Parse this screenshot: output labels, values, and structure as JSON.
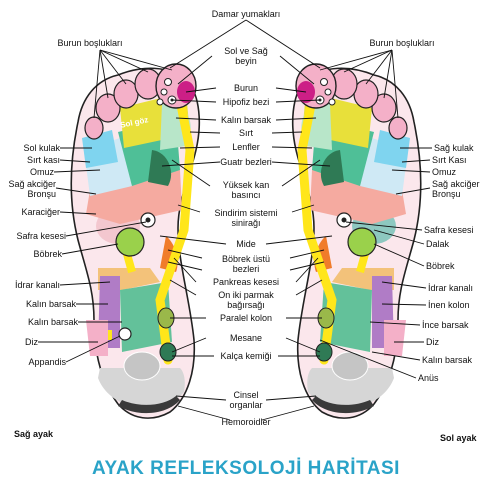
{
  "title": "AYAK REFLEKSOLOJİ HARİTASI",
  "colors": {
    "title": "#2aa3c8",
    "outline": "#222222"
  },
  "feet": {
    "left_caption": "Sağ ayak",
    "right_caption": "Sol ayak",
    "toe_label": "Sol göz"
  },
  "labels": {
    "damar": "Damar yumakları",
    "burun_l": "Burun boşlukları",
    "burun_r": "Burun boşlukları",
    "sol_sag_beyin": "Sol ve Sağ\nbeyin",
    "burun": "Burun",
    "hipofiz": "Hipofiz bezi",
    "kalin_barsak_top": "Kalın barsak",
    "sirt": "Sırt",
    "lenfler": "Lenfler",
    "guatr": "Guatr bezleri",
    "yuksek": "Yüksek kan\nbasıncı",
    "sindirim": "Sindirim sistemi\nsinirağı",
    "mide": "Mide",
    "bobrek_ustu": "Böbrek üstü\nbezleri",
    "pankreas": "Pankreas kesesi",
    "on_iki": "On iki parmak\nbağırsağı",
    "paralel": "Paralel kolon",
    "mesane": "Mesane",
    "kalca": "Kalça kemiği",
    "cinsel": "Cinsel\norganlar",
    "hemoroid": "Hemoroidler",
    "l_sol_kulak": "Sol kulak",
    "l_sirt_kasi": "Sırt kası",
    "l_omuz": "Omuz",
    "l_akciger": "Sağ akciğer\nBronşu",
    "l_karaciger": "Karaciğer",
    "l_safra": "Safra kesesi",
    "l_bobrek": "Böbrek",
    "l_idrar": "İdrar kanalı",
    "l_kalin1": "Kalın barsak",
    "l_kalin2": "Kalın barsak",
    "l_diz": "Diz",
    "l_appandis": "Appandis",
    "r_sag_kulak": "Sağ kulak",
    "r_sirt_kasi": "Sırt Kası",
    "r_omuz": "Omuz",
    "r_akciger": "Sağ akciğer\nBronşu",
    "r_safra": "Safra kesesi",
    "r_dalak": "Dalak",
    "r_bobrek": "Böbrek",
    "r_idrar": "İdrar kanalı",
    "r_inen": "İnen kolon",
    "r_ince": "İnce barsak",
    "r_diz": "Diz",
    "r_kalin": "Kalın barsak",
    "r_anus": "Anüs"
  }
}
